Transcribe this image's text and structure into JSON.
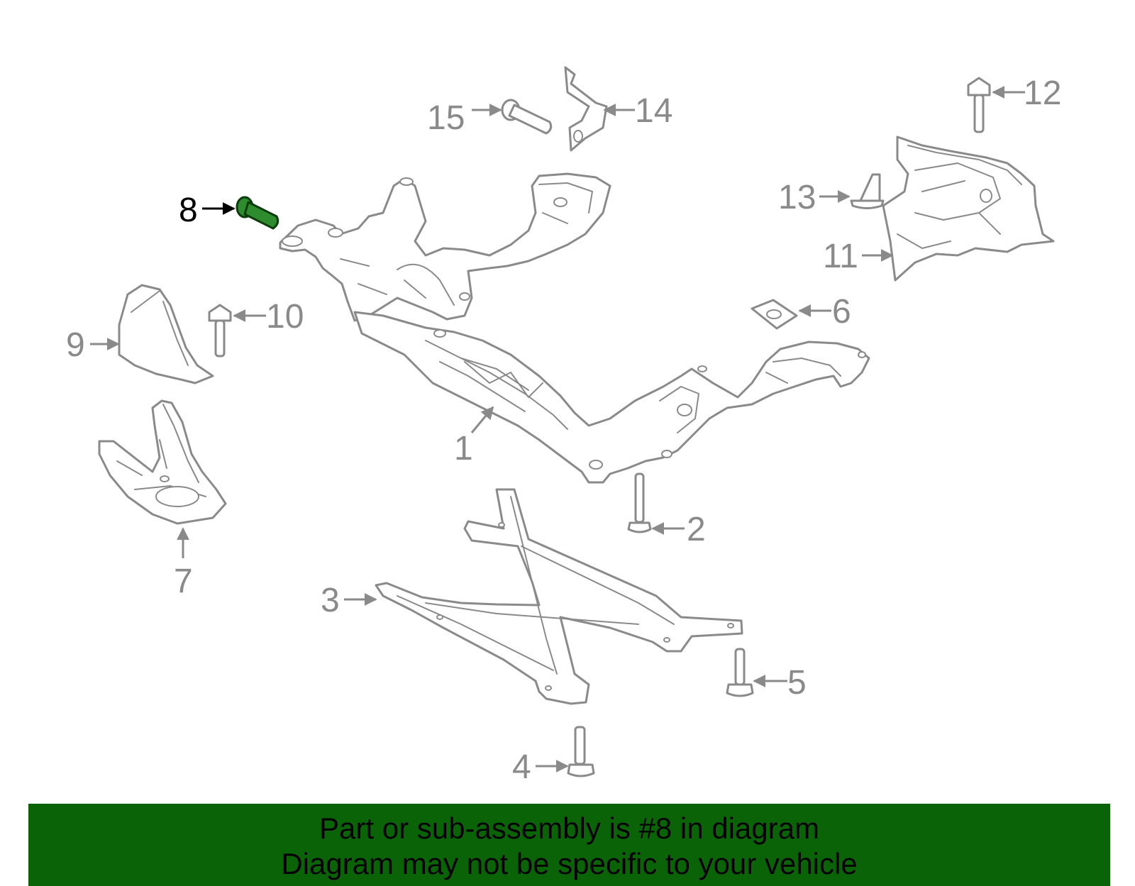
{
  "highlighted_part": "8",
  "colors": {
    "line": "#8a8a8a",
    "highlight_fill": "#2e8b2e",
    "banner_bg": "#0b6308",
    "active_text": "#000000"
  },
  "callouts": {
    "c1": "1",
    "c2": "2",
    "c3": "3",
    "c4": "4",
    "c5": "5",
    "c6": "6",
    "c7": "7",
    "c8": "8",
    "c9": "9",
    "c10": "10",
    "c11": "11",
    "c12": "12",
    "c13": "13",
    "c14": "14",
    "c15": "15"
  },
  "banner": {
    "line1": "Part or sub-assembly is #8 in diagram",
    "line2": "Diagram may not be specific to your vehicle"
  }
}
